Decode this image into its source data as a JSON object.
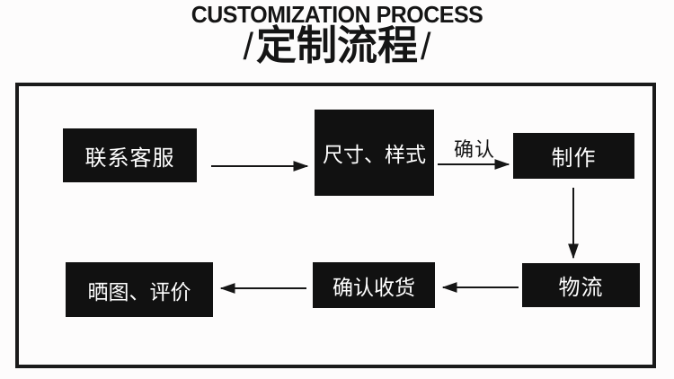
{
  "header": {
    "title_en": "CUSTOMIZATION PROCESS",
    "slash_left": "/",
    "title_cn": "定制流程",
    "slash_right": "/"
  },
  "flowchart": {
    "nodes": [
      {
        "name": "contact-service",
        "label": "联系客服"
      },
      {
        "name": "size-style",
        "label": "尺寸、样式"
      },
      {
        "name": "production",
        "label": "制作"
      },
      {
        "name": "logistics",
        "label": "物流"
      },
      {
        "name": "confirm-receipt",
        "label": "确认收货"
      },
      {
        "name": "review",
        "label": "晒图、评价"
      }
    ],
    "edges": [
      {
        "from": "contact-service",
        "to": "size-style",
        "label": ""
      },
      {
        "from": "size-style",
        "to": "production",
        "label": "确认"
      },
      {
        "from": "production",
        "to": "logistics",
        "label": ""
      },
      {
        "from": "logistics",
        "to": "confirm-receipt",
        "label": ""
      },
      {
        "from": "confirm-receipt",
        "to": "review",
        "label": ""
      }
    ]
  },
  "colors": {
    "background": "#fdfcfc",
    "node_bg": "#111111",
    "node_text": "#ffffff",
    "arrow": "#161616",
    "frame_border": "#1a1a1a",
    "title_text": "#151515"
  }
}
